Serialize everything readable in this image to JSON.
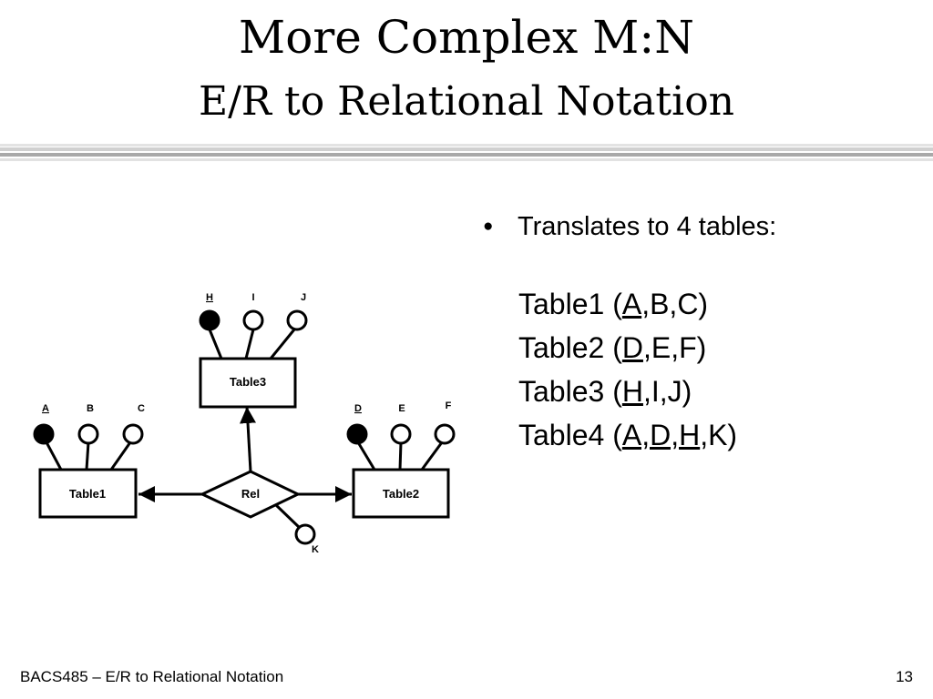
{
  "slide": {
    "title_line1": "More Complex M:N",
    "title_line2": "E/R to Relational Notation"
  },
  "bullet": {
    "text": "Translates to 4 tables:"
  },
  "tables": [
    {
      "name": "Table1",
      "open": " (",
      "key": "A",
      "rest": ",B,C)"
    },
    {
      "name": "Table2",
      "open": " (",
      "key": "D",
      "rest": ",E,F)"
    },
    {
      "name": "Table3",
      "open": " (",
      "key": "H",
      "rest": ",I,J)"
    },
    {
      "name": "Table4",
      "open": " (",
      "key": "A,D,H",
      "rest": ",K)"
    }
  ],
  "diagram": {
    "entities": {
      "table1": "Table1",
      "table2": "Table2",
      "table3": "Table3"
    },
    "relationship": "Rel",
    "attributes": {
      "a": "A",
      "b": "B",
      "c": "C",
      "d": "D",
      "e": "E",
      "f": "F",
      "h": "H",
      "i": "I",
      "j": "J",
      "k": "K"
    }
  },
  "footer": {
    "course": "BACS485 – E/R to Relational Notation",
    "page": "13"
  }
}
